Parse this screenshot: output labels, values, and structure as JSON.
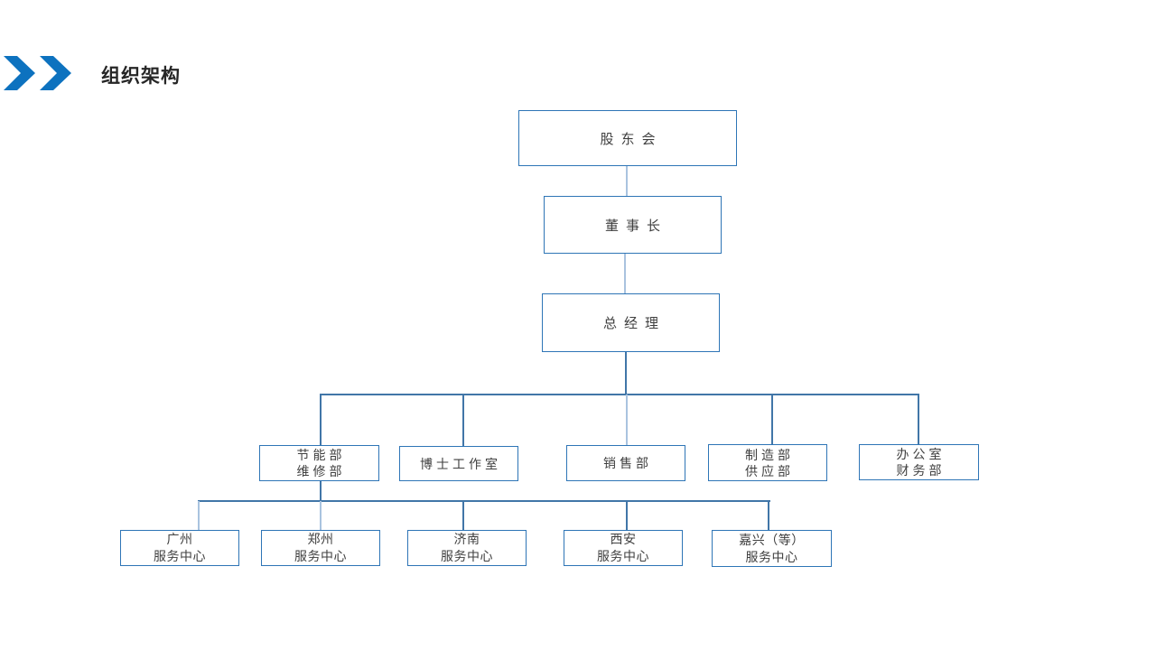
{
  "slide": {
    "title": "组织架构",
    "background_color": "#FFFFFF",
    "accent_blue": "#0D72BF",
    "box_border_color": "#2E75B6",
    "connector_color": "#4176A8",
    "connector_light_color": "#A9C3DF",
    "text_color": "#3F3F3F"
  },
  "org": {
    "nodes": {
      "shareholders": {
        "label": "股东会"
      },
      "chairman": {
        "label": "董事长"
      },
      "gm": {
        "label": "总经理"
      },
      "energy": {
        "line1": "节能部",
        "line2": "维修部"
      },
      "phd": {
        "label": "博士工作室"
      },
      "sales": {
        "label": "销售部"
      },
      "mfg": {
        "line1": "制造部",
        "line2": "供应部"
      },
      "office": {
        "line1": "办公室",
        "line2": "财务部"
      },
      "guangzhou": {
        "line1": "广州",
        "line2": "服务中心"
      },
      "zhengzhou": {
        "line1": "郑州",
        "line2": "服务中心"
      },
      "jinan": {
        "line1": "济南",
        "line2": "服务中心"
      },
      "xian": {
        "line1": "西安",
        "line2": "服务中心"
      },
      "jiaxing": {
        "line1": "嘉兴（等）",
        "line2": "服务中心"
      }
    }
  }
}
